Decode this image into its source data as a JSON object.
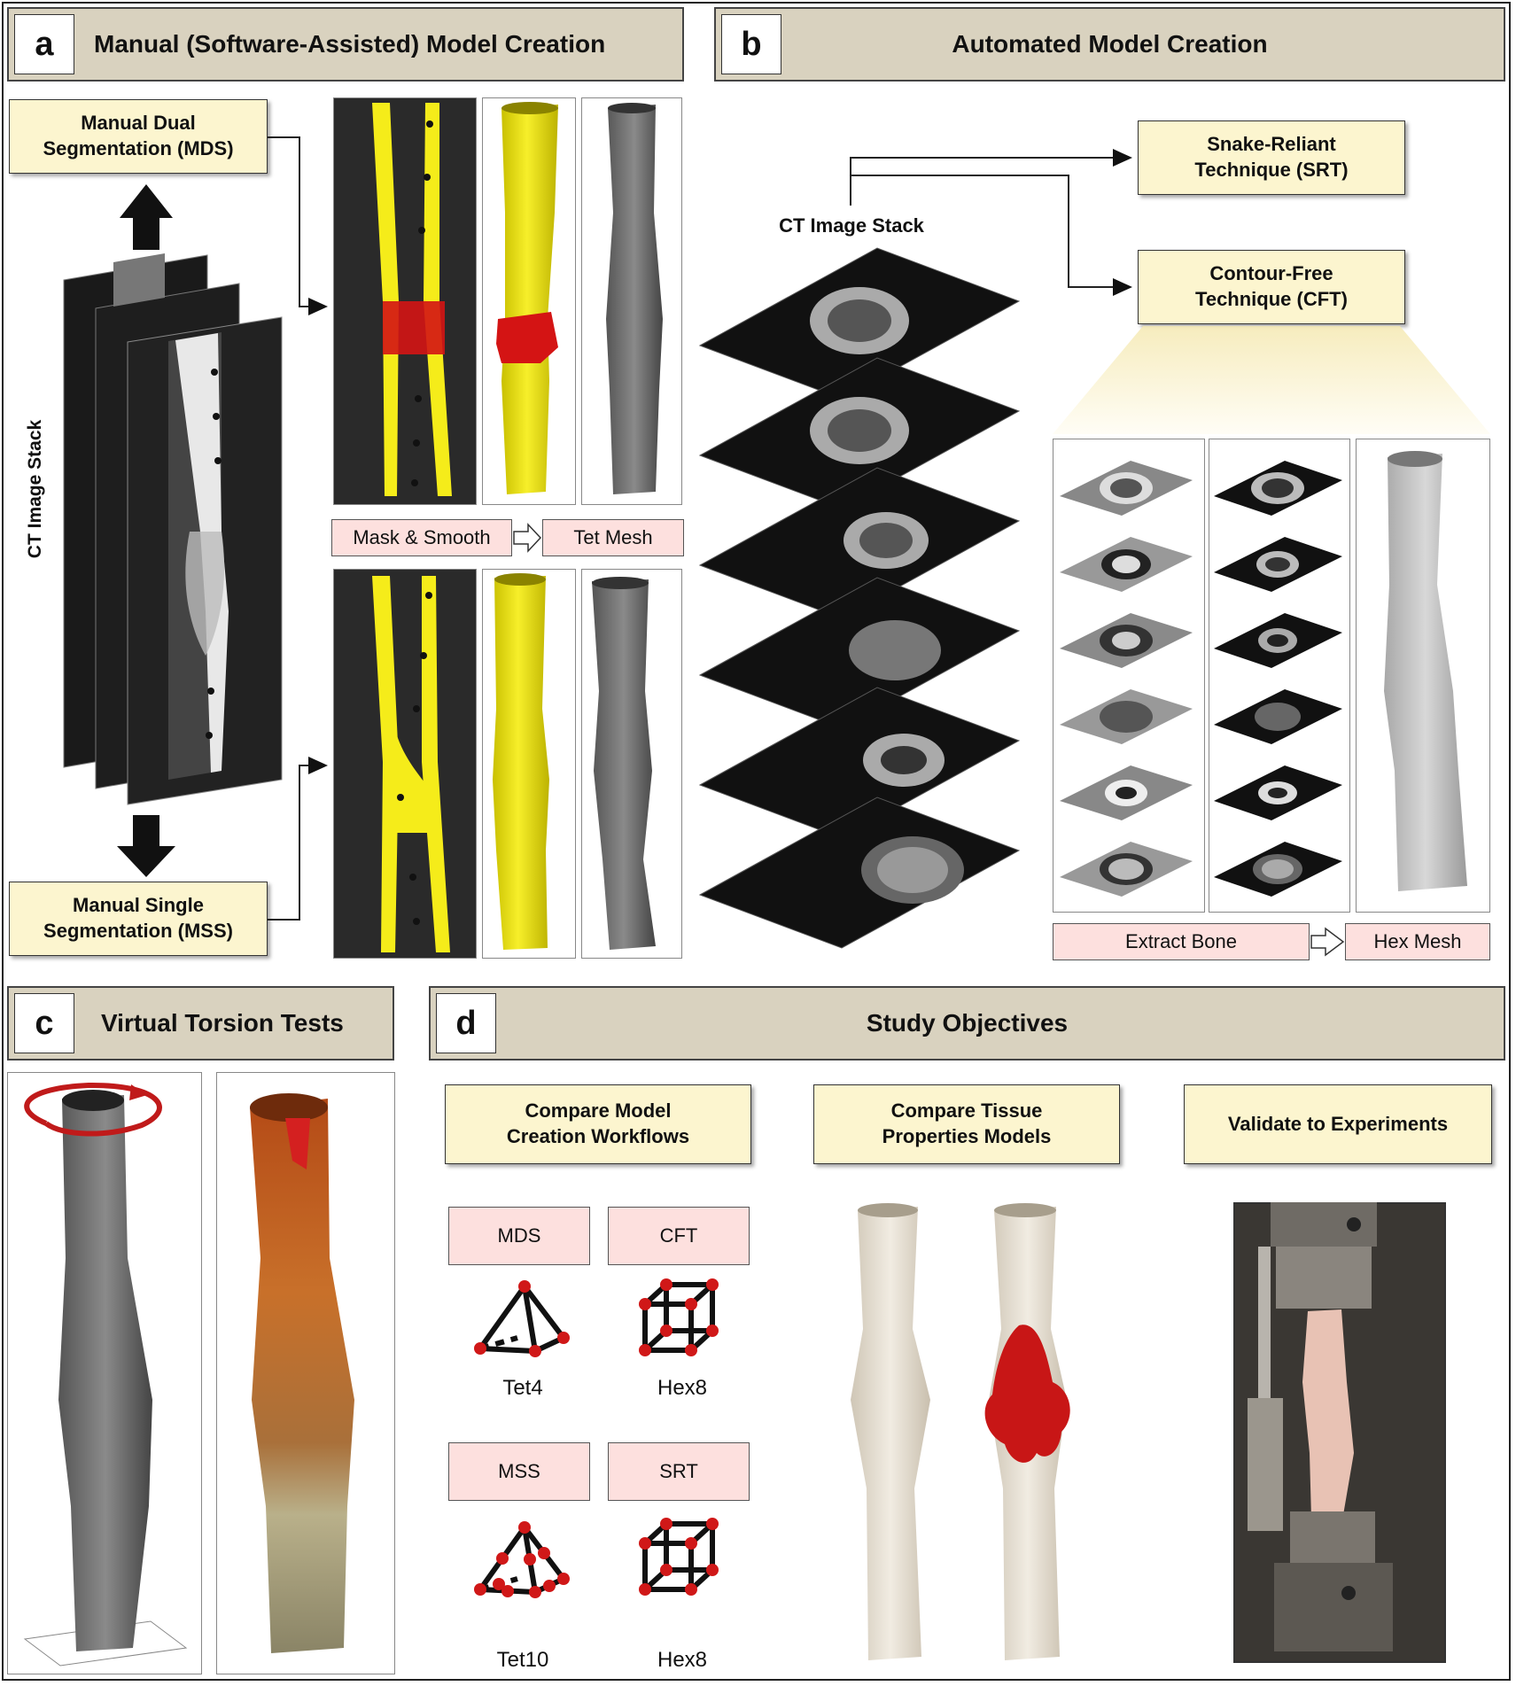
{
  "panel_a": {
    "letter": "a",
    "title": "Manual (Software-Assisted) Model Creation",
    "mds_box": "Manual Dual\nSegmentation (MDS)",
    "mss_box": "Manual Single\nSegmentation (MSS)",
    "stack_label": "CT Image Stack",
    "step1": "Mask & Smooth",
    "step2": "Tet Mesh"
  },
  "panel_b": {
    "letter": "b",
    "title": "Automated Model Creation",
    "stack_label": "CT Image Stack",
    "srt_box": "Snake-Reliant\nTechnique (SRT)",
    "cft_box": "Contour-Free\nTechnique (CFT)",
    "step1": "Extract Bone",
    "step2": "Hex Mesh"
  },
  "panel_c": {
    "letter": "c",
    "title": "Virtual Torsion Tests"
  },
  "panel_d": {
    "letter": "d",
    "title": "Study Objectives",
    "objective1": "Compare Model\nCreation Workflows",
    "objective2": "Compare Tissue\nProperties Models",
    "objective3": "Validate to Experiments",
    "elements": [
      {
        "tag": "MDS",
        "element": "Tet4"
      },
      {
        "tag": "CFT",
        "element": "Hex8"
      },
      {
        "tag": "MSS",
        "element": "Tet10"
      },
      {
        "tag": "SRT",
        "element": "Hex8"
      }
    ]
  },
  "colors": {
    "header_bg": "#d9d2bf",
    "yellow_box": "#fcf5cf",
    "pink_box": "#fde0de",
    "bone_yellow": "#f5ec1a",
    "callus_red": "#d41414",
    "node_red": "#d01818"
  }
}
